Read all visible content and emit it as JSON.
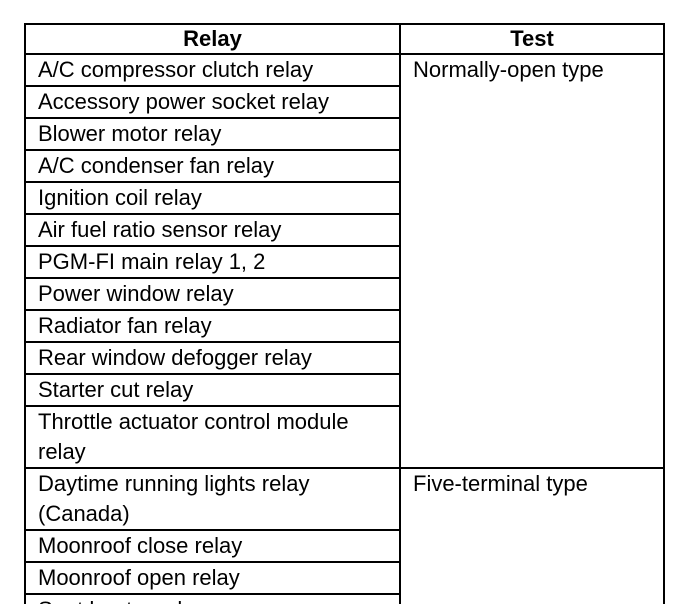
{
  "table": {
    "headers": {
      "relay": "Relay",
      "test": "Test"
    },
    "groups": [
      {
        "test": "Normally-open type",
        "relays": [
          "A/C compressor clutch relay",
          "Accessory power socket relay",
          "Blower motor relay",
          "A/C condenser fan relay",
          "Ignition coil relay",
          "Air fuel ratio sensor relay",
          "PGM-FI main relay 1, 2",
          "Power window relay",
          "Radiator fan relay",
          "Rear window defogger relay",
          "Starter cut relay",
          "Throttle actuator control module relay"
        ]
      },
      {
        "test": "Five-terminal type",
        "relays": [
          "Daytime running lights relay (Canada)",
          "Moonroof close relay",
          "Moonroof open relay",
          "Seat heater relay"
        ]
      }
    ]
  }
}
